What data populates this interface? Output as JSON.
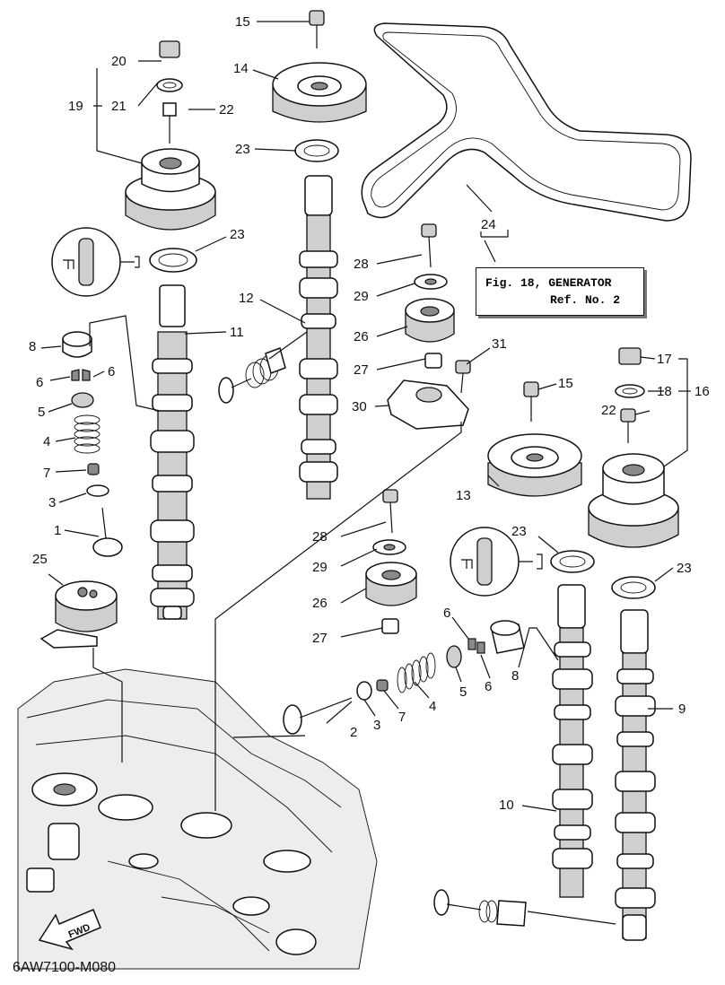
{
  "diagram": {
    "labels": {
      "l1": "1",
      "l2": "2",
      "l3a": "3",
      "l3b": "3",
      "l4a": "4",
      "l4b": "4",
      "l5a": "5",
      "l5b": "5",
      "l6a": "6",
      "l6b": "6",
      "l6c": "6",
      "l6d": "6",
      "l7a": "7",
      "l7b": "7",
      "l8a": "8",
      "l8b": "8",
      "l9": "9",
      "l10": "10",
      "l11": "11",
      "l12": "12",
      "l13": "13",
      "l14": "14",
      "l15a": "15",
      "l15b": "15",
      "l16": "16",
      "l17": "17",
      "l18": "18",
      "l19": "19",
      "l20": "20",
      "l21": "21",
      "l22a": "22",
      "l22b": "22",
      "l23a": "23",
      "l23b": "23",
      "l23c": "23",
      "l23d": "23",
      "l24": "24",
      "l25": "25",
      "l26a": "26",
      "l26b": "26",
      "l27a": "27",
      "l27b": "27",
      "l28a": "28",
      "l28b": "28",
      "l29a": "29",
      "l29b": "29",
      "l30": "30",
      "l31": "31"
    },
    "reference": {
      "title": "Fig. 18, GENERATOR",
      "subtitle": "Ref. No. 2"
    },
    "fwd_label": "FWD",
    "drawing_code": "6AW7100-M080"
  }
}
